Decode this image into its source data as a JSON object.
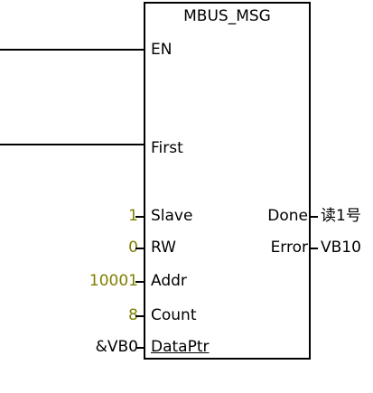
{
  "block": {
    "title": "MBUS_MSG",
    "inputs": {
      "en": "EN",
      "first": "First",
      "slave": "Slave",
      "rw": "RW",
      "addr": "Addr",
      "count": "Count",
      "dataptr": "DataPtr"
    },
    "outputs": {
      "done": "Done",
      "error": "Error"
    }
  },
  "operands": {
    "slave": "1",
    "rw": "0",
    "addr": "10001",
    "count": "8",
    "dataptr": "&VB0",
    "done": "读1号",
    "error": "VB10"
  },
  "colors": {
    "constant": "#7f7f00",
    "line": "#000000"
  }
}
